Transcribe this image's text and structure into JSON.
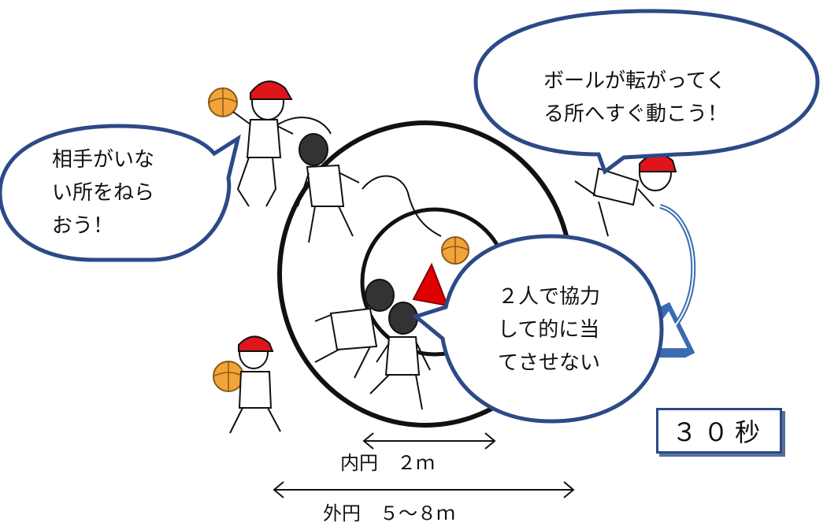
{
  "bubbles": {
    "left": {
      "lines": [
        "相手がいな",
        "い所をねら",
        "おう！"
      ]
    },
    "top_right": {
      "lines": [
        "ボールが転がってく",
        "る所へすぐ動こう！"
      ]
    },
    "center": {
      "lines": [
        "２人で協力",
        "して的に当",
        "てさせない"
      ]
    }
  },
  "dimensions": {
    "inner": "内円　２ｍ",
    "outer": "外円　５～８ｍ"
  },
  "timer": {
    "label": "３０秒"
  },
  "colors": {
    "bubble_fill": "#2f5a91",
    "bubble_stroke": "#2b4a86",
    "target": "#e00000",
    "ball": "#f2a33a",
    "cap": "#e0141b",
    "arrow": "#3b6bb0"
  },
  "icons": {
    "target": "red-triangle-target",
    "ball": "basketball-icon",
    "player": "child-player-figure"
  }
}
